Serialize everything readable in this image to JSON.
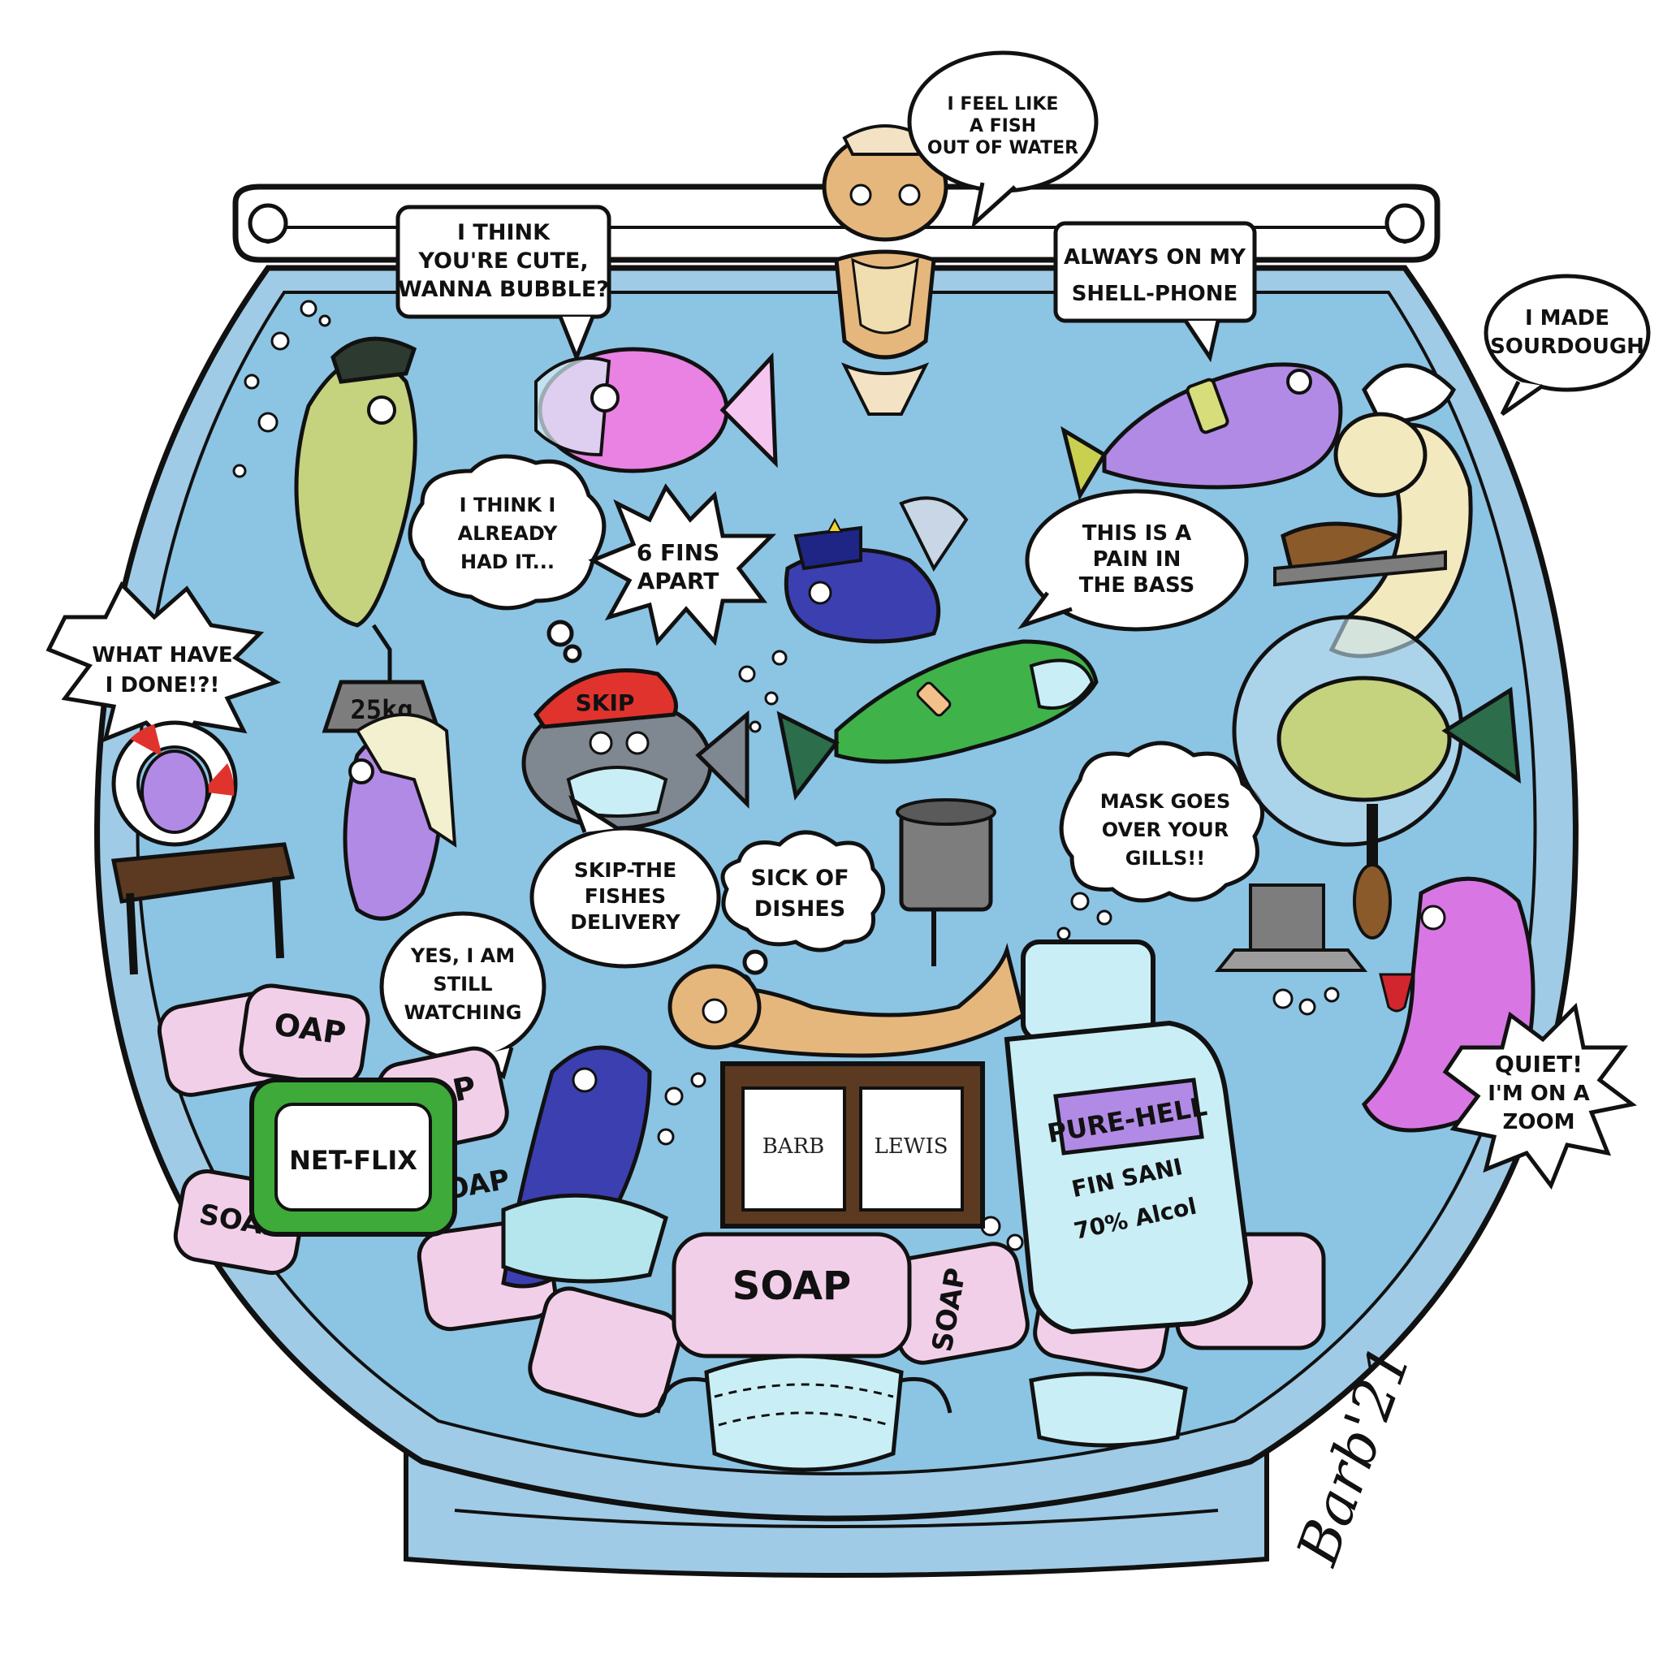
{
  "speech": {
    "fish_out_of_water": [
      "I FEEL LIKE",
      "A FISH",
      "OUT OF WATER"
    ],
    "think_cute": [
      "I THINK",
      "YOU'RE CUTE,",
      "WANNA BUBBLE?"
    ],
    "shell_phone": [
      "ALWAYS ON MY",
      "SHELL-PHONE"
    ],
    "sourdough": [
      "I MADE",
      "SOURDOUGH"
    ],
    "already_had": [
      "I THINK I",
      "ALREADY",
      "HAD IT..."
    ],
    "six_fins": [
      "6 FINS",
      "APART"
    ],
    "pain_bass": [
      "THIS IS A",
      "PAIN IN",
      "THE BASS"
    ],
    "what_done": [
      "WHAT HAVE",
      "I DONE!?!"
    ],
    "skip_delivery": [
      "SKIP-THE",
      "FISHES",
      "DELIVERY"
    ],
    "mask_gills": [
      "MASK GOES",
      "OVER YOUR",
      "GILLS!!"
    ],
    "sick_dishes": [
      "SICK OF",
      "DISHES"
    ],
    "still_watching": [
      "YES, I AM",
      "STILL",
      "WATCHING"
    ],
    "quiet_zoom": [
      "QUIET!",
      "I'M ON A",
      "ZOOM"
    ]
  },
  "labels": {
    "weight": "25kg",
    "cap": "SKIP",
    "tv": "NET-FLIX",
    "cabinet_left": "BARB",
    "cabinet_right": "LEWIS",
    "bottle_brand": "PURE-HELL",
    "bottle_line1": "FIN SANI",
    "bottle_line2": "70% Alcol",
    "soap": "SOAP",
    "soap_partial": [
      "OAP",
      "OAP",
      "OAP",
      "SOAP",
      "SOAP"
    ]
  },
  "signature": "Barb'21",
  "colors": {
    "water": "#8cc4e4",
    "bowl_rim": "#9fcbe6",
    "soap": "#f2cfe9",
    "mask": "#c9eef6",
    "fish_pink": "#e982e2",
    "fish_purple": "#b18ae6",
    "fish_navy": "#3b3fb0",
    "fish_green": "#3fb24a",
    "fish_olive": "#c5d27e",
    "fish_tan": "#e6b77c",
    "fish_magenta": "#d877e3",
    "tv_green": "#3daa3a",
    "cap_red": "#e1332d"
  }
}
